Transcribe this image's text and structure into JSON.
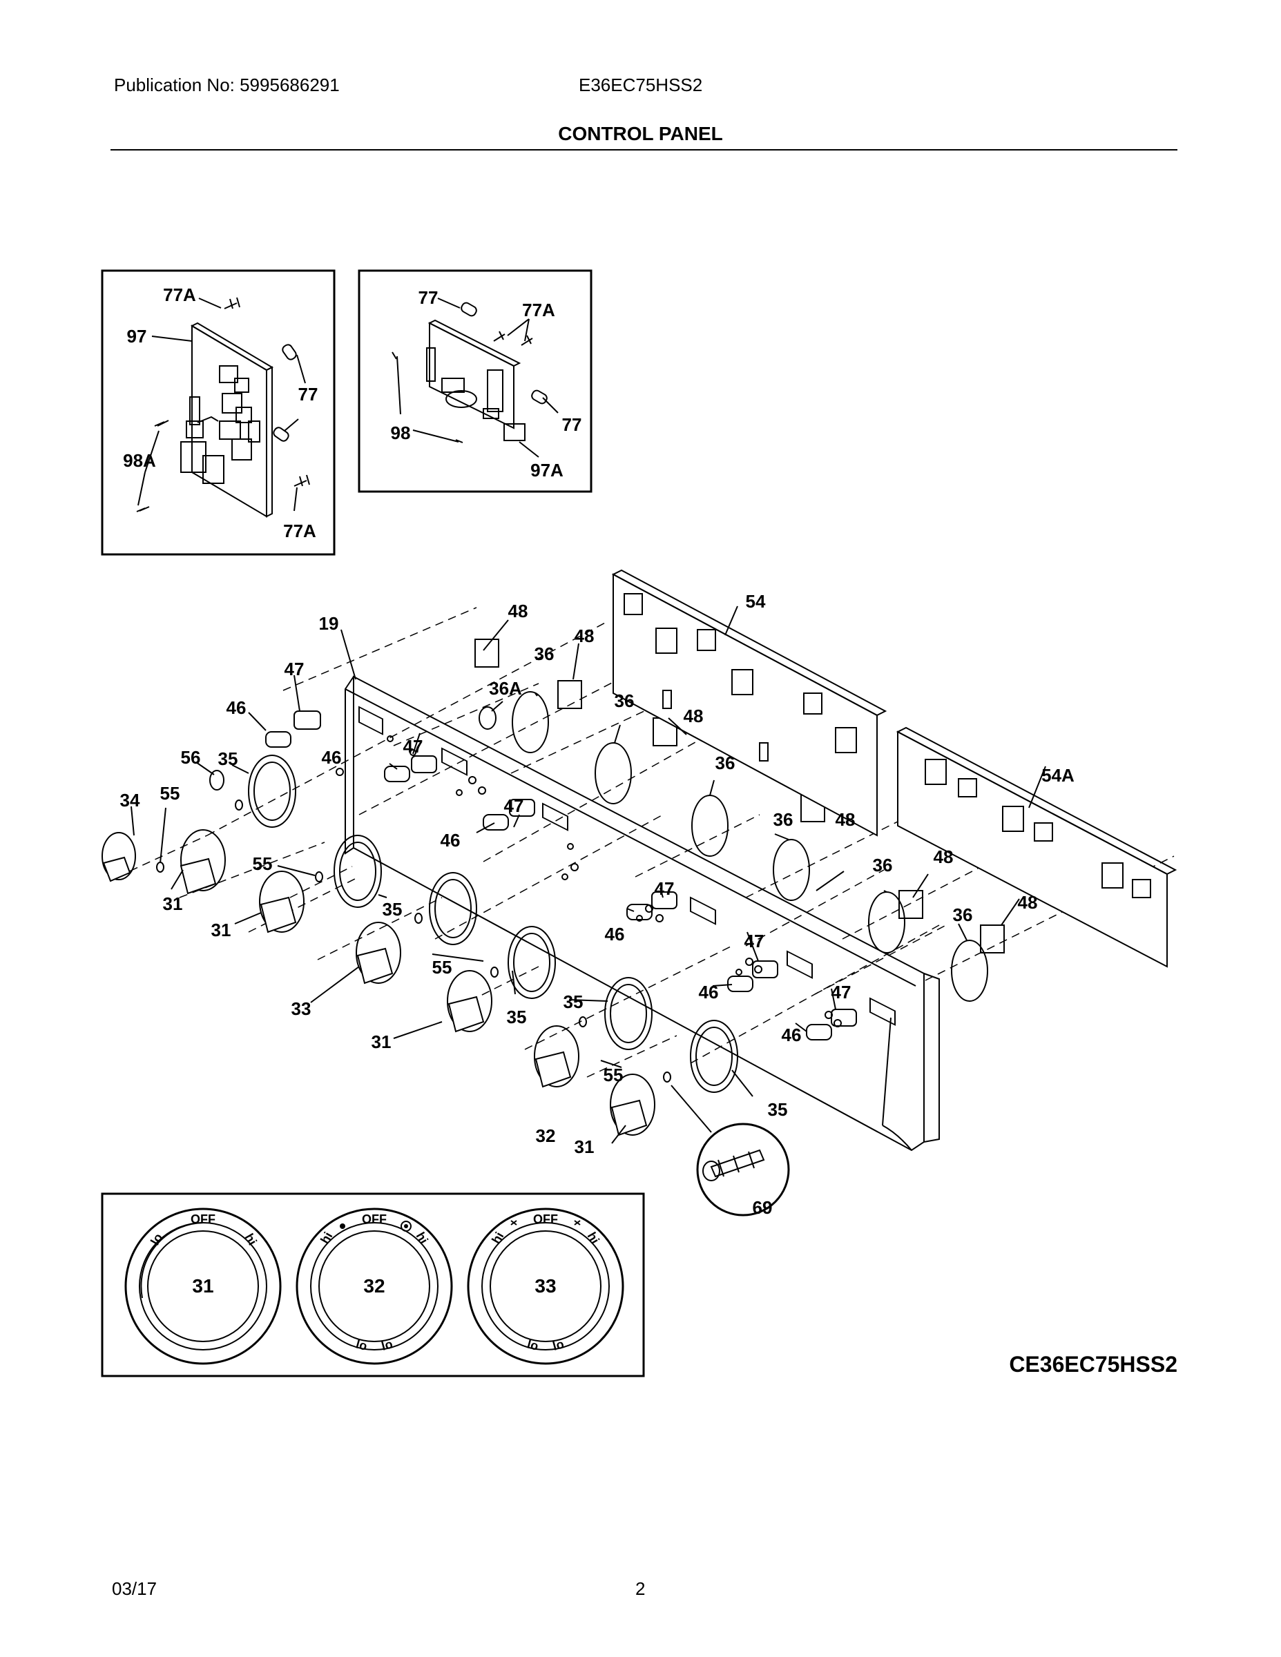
{
  "header": {
    "publication": "Publication No: 5995686291",
    "model": "E36EC75HSS2",
    "title": "CONTROL PANEL"
  },
  "inset_left": {
    "callouts": [
      "77A",
      "97",
      "77",
      "98A",
      "77A"
    ]
  },
  "inset_right": {
    "callouts": [
      "77",
      "77A",
      "98",
      "77",
      "97A"
    ]
  },
  "main_callouts": {
    "c19": "19",
    "c47a": "47",
    "c46a": "46",
    "c56": "56",
    "c35a": "35",
    "c34": "34",
    "c55a": "55",
    "c31a": "31",
    "c31b": "31",
    "c55b": "55",
    "c35b": "35",
    "c33": "33",
    "c55c": "55",
    "c31c": "31",
    "c35c": "35",
    "c35d": "35",
    "c32": "32",
    "c55d": "55",
    "c31d": "31",
    "c35e": "35",
    "c69": "69",
    "c48a": "48",
    "c48b": "48",
    "c36a": "36",
    "c36A": "36A",
    "c36b": "36",
    "c54": "54",
    "c48c": "48",
    "c36c": "36",
    "c47b": "47",
    "c46b": "46",
    "c47c": "47",
    "c46c": "46",
    "c36d": "36",
    "c48d": "48",
    "c54A": "54A",
    "c36e": "36",
    "c48e": "48",
    "c36f": "36",
    "c48f": "48",
    "c47d": "47",
    "c46d": "46",
    "c47e": "47",
    "c46e": "46",
    "c47f": "47",
    "c46f": "46"
  },
  "dials": [
    {
      "number": "31",
      "off": "OFF",
      "left": "lo",
      "right": "hi"
    },
    {
      "number": "32",
      "off": "OFF",
      "left": "hi",
      "right": "hi",
      "bottom_left": "lo",
      "bottom_right": "lo"
    },
    {
      "number": "33",
      "off": "OFF",
      "left": "hi",
      "right": "hi",
      "bottom_left": "lo",
      "bottom_right": "lo"
    }
  ],
  "diagram_code": "CE36EC75HSS2",
  "footer": {
    "date": "03/17",
    "page": "2"
  }
}
